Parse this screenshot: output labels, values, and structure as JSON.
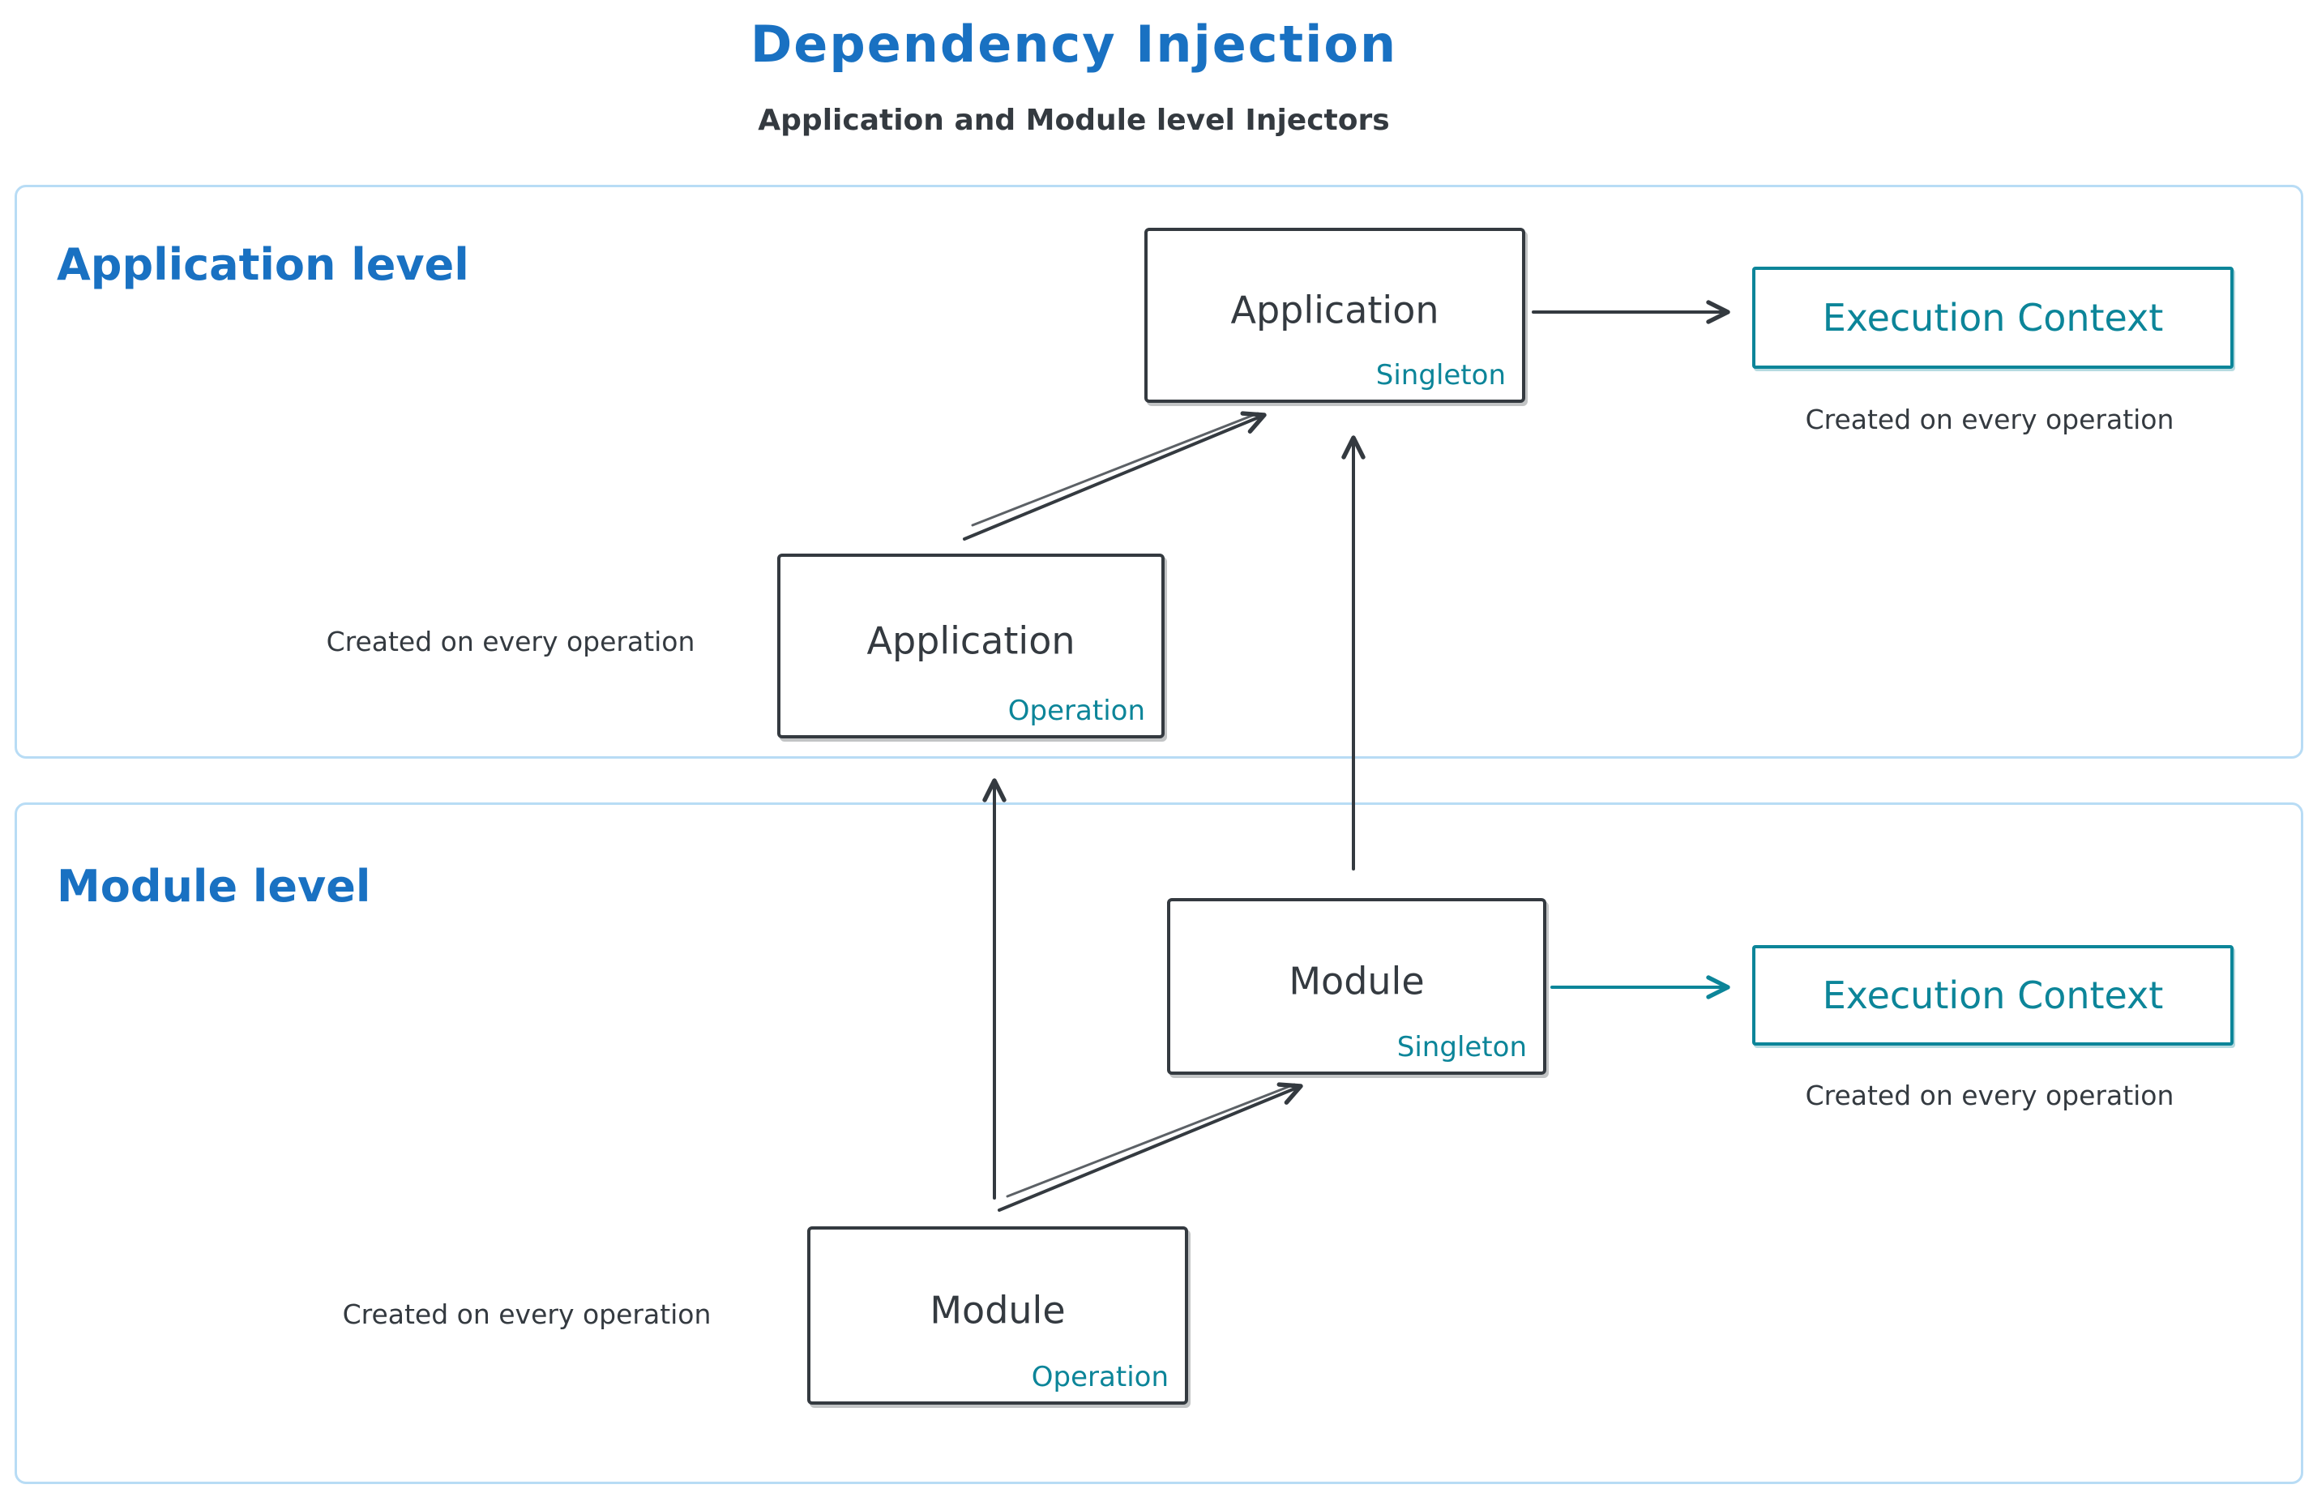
{
  "title": "Dependency Injection",
  "subtitle": "Application and Module level Injectors",
  "colors": {
    "accent_blue": "#1971c2",
    "dark": "#343a40",
    "teal": "#0c8599",
    "section_border": "#b8dcf5"
  },
  "sections": {
    "application": {
      "label": "Application level",
      "singleton_box": {
        "title": "Application",
        "tag": "Singleton"
      },
      "operation_box": {
        "title": "Application",
        "tag": "Operation"
      },
      "execution_context": {
        "label": "Execution Context"
      },
      "exec_caption": "Created on every operation",
      "operation_caption": "Created on every operation"
    },
    "module": {
      "label": "Module level",
      "singleton_box": {
        "title": "Module",
        "tag": "Singleton"
      },
      "operation_box": {
        "title": "Module",
        "tag": "Operation"
      },
      "execution_context": {
        "label": "Execution Context"
      },
      "exec_caption": "Created on every operation",
      "operation_caption": "Created on every operation"
    }
  }
}
